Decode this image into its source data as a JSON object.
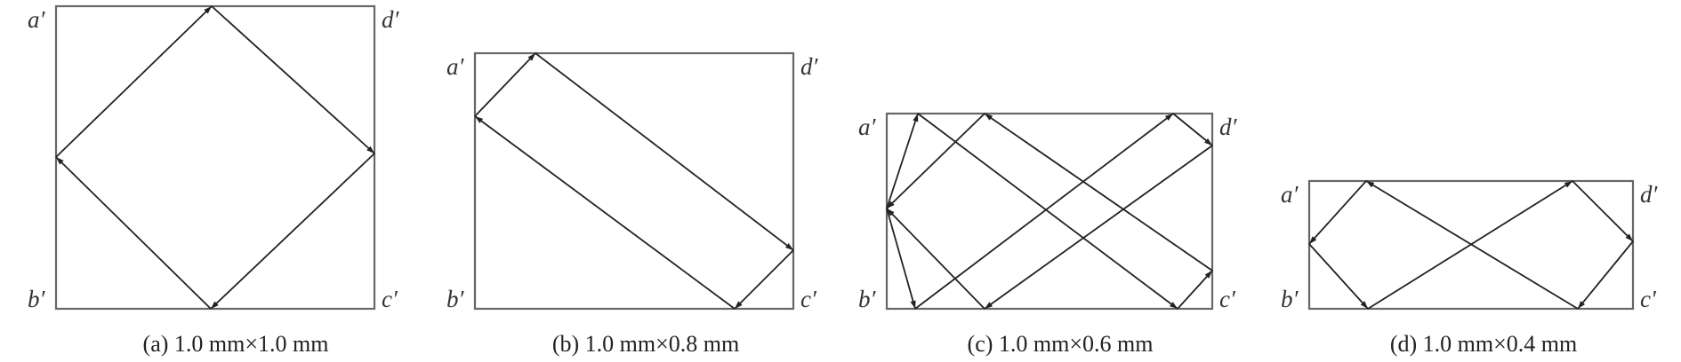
{
  "corner_labels": {
    "a": "a′",
    "b": "b′",
    "c": "c′",
    "d": "d′"
  },
  "panels": [
    {
      "id": "a",
      "caption": "(a) 1.0 mm×1.0 mm",
      "width_mm": 1.0,
      "height_mm": 1.0
    },
    {
      "id": "b",
      "caption": "(b) 1.0 mm×0.8 mm",
      "width_mm": 1.0,
      "height_mm": 0.8
    },
    {
      "id": "c",
      "caption": "(c) 1.0 mm×0.6 mm",
      "width_mm": 1.0,
      "height_mm": 0.6
    },
    {
      "id": "d",
      "caption": "(d) 1.0 mm×0.4 mm",
      "width_mm": 1.0,
      "height_mm": 0.4
    }
  ],
  "colors": {
    "box": "#666666",
    "path": "#222222"
  }
}
